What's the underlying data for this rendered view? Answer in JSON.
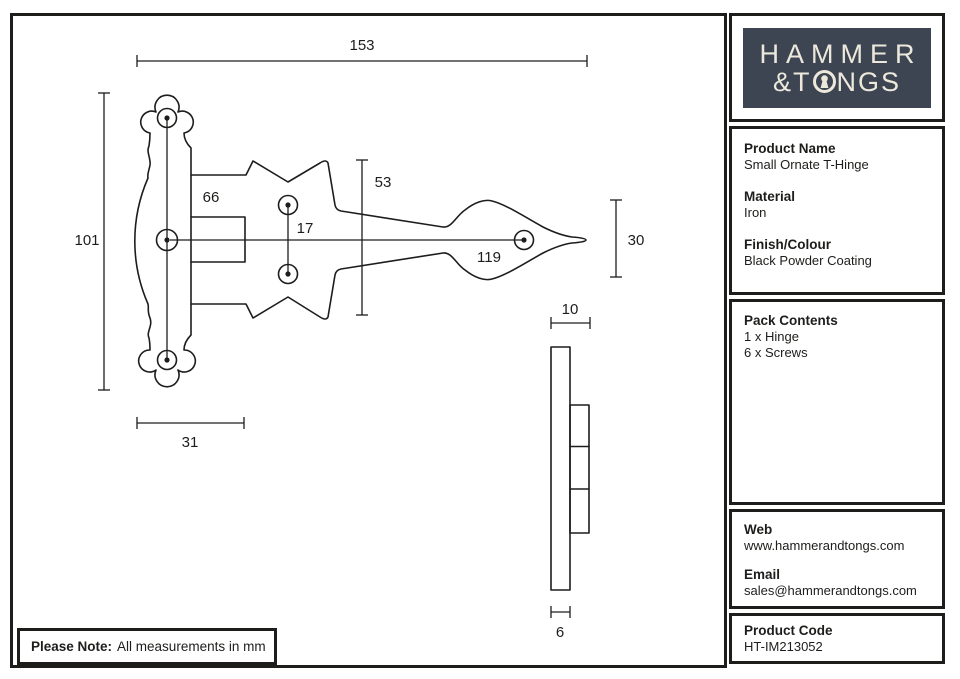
{
  "colors": {
    "ink": "#1d1d1b",
    "logo_bg": "#3e4552",
    "logo_fg": "#ece8dc"
  },
  "logo": {
    "line1": "HAMMER",
    "line2_pre": "&T",
    "line2_post": "NGS"
  },
  "sidebar": {
    "product_name": {
      "label": "Product Name",
      "value": "Small Ornate T-Hinge"
    },
    "material": {
      "label": "Material",
      "value": "Iron"
    },
    "finish": {
      "label": "Finish/Colour",
      "value": "Black Powder Coating"
    },
    "pack": {
      "label": "Pack Contents",
      "items": [
        "1 x Hinge",
        "6 x Screws"
      ]
    },
    "web": {
      "label": "Web",
      "value": "www.hammerandtongs.com"
    },
    "email": {
      "label": "Email",
      "value": "sales@hammerandtongs.com"
    },
    "code": {
      "label": "Product Code",
      "value": "HT-IM213052"
    }
  },
  "note": {
    "label": "Please Note:",
    "text": "All measurements in mm"
  },
  "drawing": {
    "dims": {
      "overall_length": "153",
      "overall_height": "101",
      "plate_width": "31",
      "strap_height": "53",
      "hole_pitch": "17",
      "hole_distance": "119",
      "tail_height": "30",
      "strap_offset": "66",
      "side_width": "10",
      "thickness": "6"
    }
  }
}
